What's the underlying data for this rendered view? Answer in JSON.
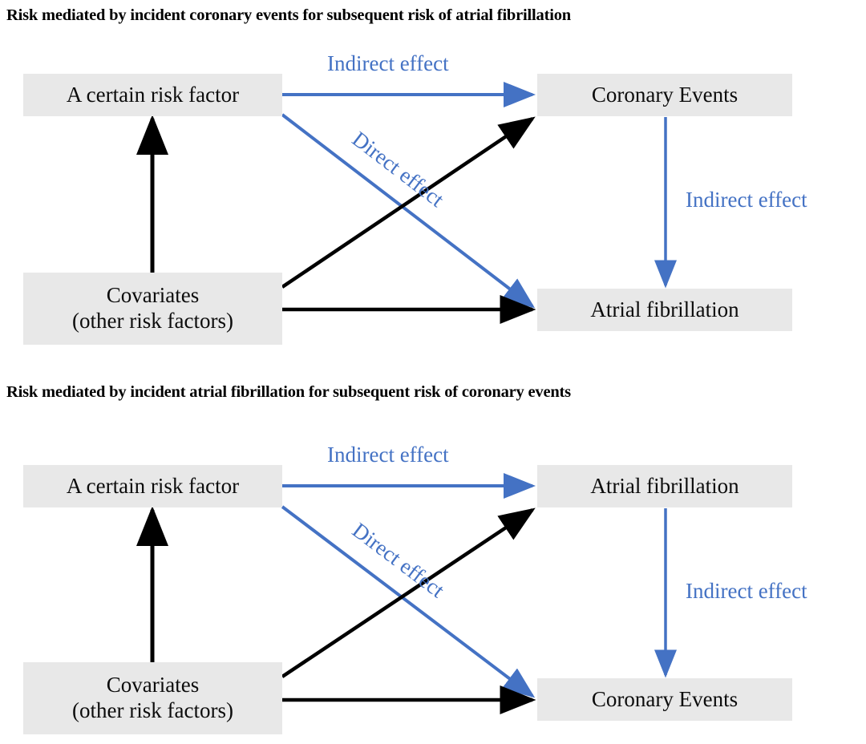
{
  "colors": {
    "blue": "#4472c4",
    "black": "#000000",
    "node_fill": "#e8e8e8",
    "background": "#ffffff"
  },
  "panels": [
    {
      "id": "top",
      "title": "Risk mediated by incident coronary events for subsequent risk of atrial fibrillation",
      "nodes": {
        "risk_factor": "A certain risk factor",
        "mediator": "Coronary Events",
        "outcome": "Atrial fibrillation",
        "covariates_line1": "Covariates",
        "covariates_line2": "(other risk factors)"
      },
      "edge_labels": {
        "indirect_top": "Indirect effect",
        "direct": "Direct effect",
        "indirect_right": "Indirect effect"
      }
    },
    {
      "id": "bottom",
      "title": "Risk mediated by incident atrial fibrillation for subsequent risk of coronary events",
      "nodes": {
        "risk_factor": "A certain risk factor",
        "mediator": "Atrial fibrillation",
        "outcome": "Coronary Events",
        "covariates_line1": "Covariates",
        "covariates_line2": "(other risk factors)"
      },
      "edge_labels": {
        "indirect_top": "Indirect effect",
        "direct": "Direct effect",
        "indirect_right": "Indirect effect"
      }
    }
  ]
}
